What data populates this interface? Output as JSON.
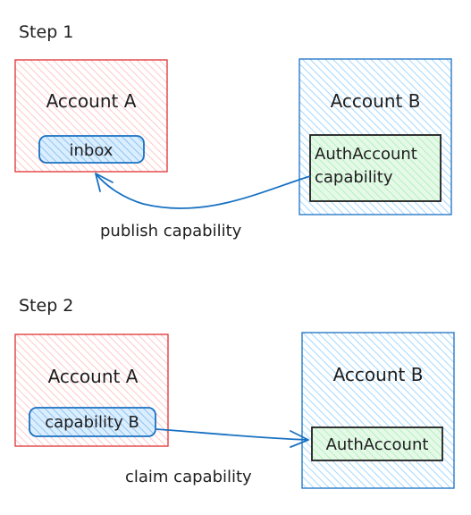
{
  "step1": {
    "title": "Step 1",
    "account_a": {
      "label": "Account A",
      "inbox_label": "inbox"
    },
    "account_b": {
      "label": "Account B",
      "capability_line1": "AuthAccount",
      "capability_line2": "capability"
    },
    "arrow_label": "publish capability"
  },
  "step2": {
    "title": "Step 2",
    "account_a": {
      "label": "Account A",
      "capability_label": "capability B"
    },
    "account_b": {
      "label": "Account B",
      "auth_label": "AuthAccount"
    },
    "arrow_label": "claim capability"
  },
  "colors": {
    "account_a_stroke": "#e03131",
    "account_a_fill": "#ffc9c9",
    "account_b_stroke": "#1971c2",
    "account_b_fill": "#a5d8ff",
    "capability_fill": "#b2f2bb",
    "text": "#1e1e1e"
  }
}
